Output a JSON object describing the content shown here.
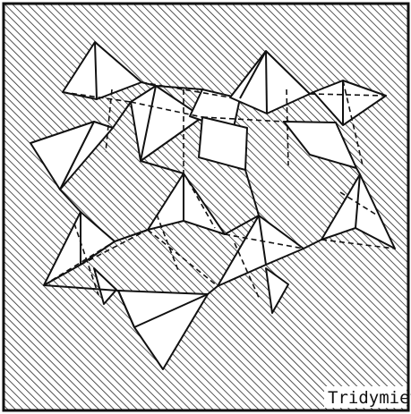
{
  "figure": {
    "caption": "Tridymiet",
    "colors": {
      "background": "#ffffff",
      "hatch": "#2a2a2a",
      "stroke": "#111111",
      "face": "#ffffff"
    },
    "elements": [
      "square-frame",
      "diagonal-hatching",
      "tetrahedra-network",
      "caption-label"
    ]
  }
}
